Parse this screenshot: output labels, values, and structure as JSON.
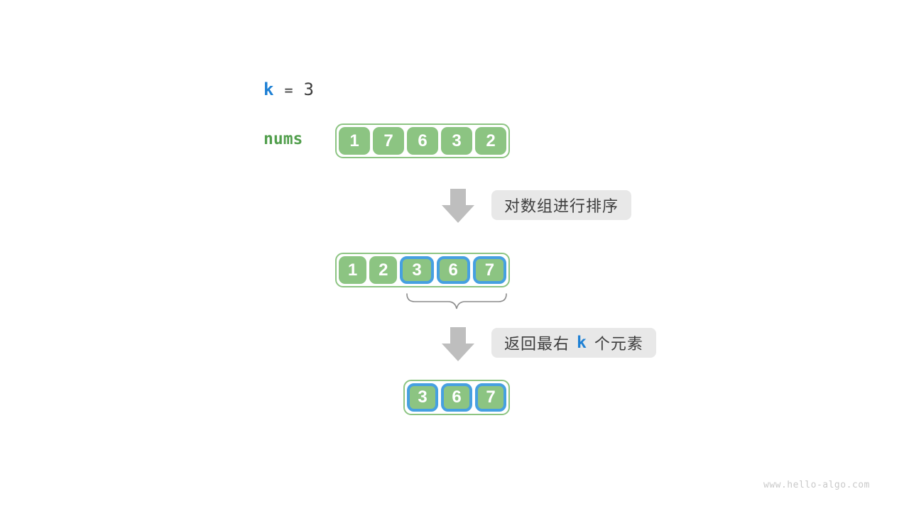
{
  "page": {
    "watermark": "www.hello-algo.com",
    "background": "#ffffff"
  },
  "colors": {
    "cell_green": "#8cc482",
    "array_border_green": "#8cc482",
    "highlight_blue": "#46a0e1",
    "k_text_blue": "#1e80d4",
    "nums_text_green": "#529f4d",
    "dark_text": "#3c3c3c",
    "arrow_gray": "#bebebe",
    "label_background": "#e8e8e8",
    "brace_gray": "#8c8c8c",
    "watermark_gray": "#c9c9c9"
  },
  "variables": {
    "k_name": "k",
    "equals": "=",
    "k_value": "3",
    "nums_label": "nums"
  },
  "arrays": {
    "original": {
      "values": [
        "1",
        "7",
        "6",
        "3",
        "2"
      ],
      "highlighted": [
        false,
        false,
        false,
        false,
        false
      ]
    },
    "sorted": {
      "values": [
        "1",
        "2",
        "3",
        "6",
        "7"
      ],
      "highlighted": [
        false,
        false,
        true,
        true,
        true
      ]
    },
    "result": {
      "values": [
        "3",
        "6",
        "7"
      ],
      "highlighted": [
        true,
        true,
        true
      ]
    }
  },
  "steps": {
    "sort_label": "对数组进行排序",
    "return_label_prefix": "返回最右",
    "return_label_k": "k",
    "return_label_suffix": "个元素"
  }
}
